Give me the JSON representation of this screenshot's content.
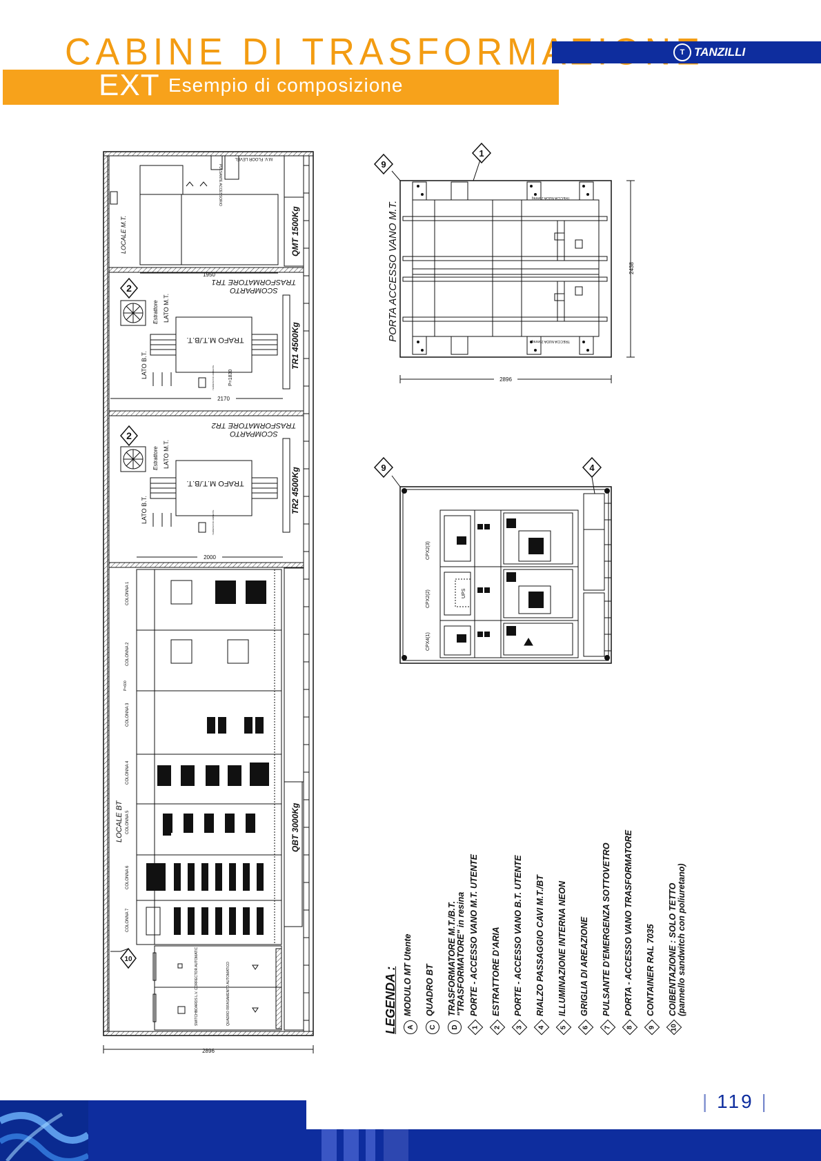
{
  "header": {
    "title": "CABINE DI TRASFORMAZIONE",
    "ext": "EXT",
    "subtitle": "Esempio di composizione",
    "brand": "TANZILLI"
  },
  "plan": {
    "floor_level": "M.V. FLOOR LEVEL",
    "pulsante": "PULSANTE ACCESSORIO",
    "locale_mt": "LOCALE M.T.",
    "qmt": "QMT 1500Kg",
    "dim_1950": "1950",
    "scomparto": "SCOMPARTO",
    "trasf_tr1": "TRASFORMATORE TR1",
    "trasf_tr2": "TRASFORMATORE TR2",
    "estrattore": "Estrattore",
    "lato_mt": "LATO M.T.",
    "lato_bt": "LATO B.T.",
    "trafo": "TRAFO M.T./B.T.",
    "p1830": "P=1830",
    "tr1": "TR1 4500Kg",
    "tr2": "TR2 4500Kg",
    "dim_2170": "2170",
    "dim_2000": "2000",
    "termostato": "TERMOSTATO AMBIENTE",
    "colonne": [
      "COLONNA 1",
      "COLONNA 2",
      "COLONNA 3",
      "COLONNA 4",
      "COLONNA 5",
      "COLONNA 6",
      "COLONNA 7"
    ],
    "p600": "P=600",
    "locale_bt": "LOCALE BT",
    "qbt": "QBT 3000Kg",
    "switchboards": "SWITCHBOARDS L.V. CORRECTOR AUTOMATIC",
    "quadro_rif": "QUADRO RIFASAMENTO AUTOMATICO",
    "dim_2896": "2896",
    "marker_2": "2",
    "marker_10": "10"
  },
  "top_view": {
    "porta": "PORTA ACCESSO VANO M.T.",
    "treccia": "TRECCIA NUDA 25mmq",
    "dim_2438": "2438",
    "dim_2896": "2896",
    "marker_9": "9",
    "marker_1": "1"
  },
  "front_view": {
    "marker_9": "9",
    "marker_4": "4",
    "labels": [
      "CPX2(3)",
      "CPX2(2)",
      "CPX4(1)"
    ],
    "ups": "UPS"
  },
  "legend": {
    "title": "LEGENDA :",
    "items": [
      {
        "sym": "A",
        "kind": "circle",
        "text": "MODULO MT Utente"
      },
      {
        "sym": "C",
        "kind": "circle",
        "text": "QUADRO BT"
      },
      {
        "sym": "D",
        "kind": "circle",
        "text": "TRASFORMATORE M.T./B.T.",
        "text2": "\"TRASFORMATORE\" in resina"
      },
      {
        "sym": "1",
        "kind": "dia",
        "text": "PORTE  - ACCESSO VANO M.T. UTENTE"
      },
      {
        "sym": "2",
        "kind": "dia",
        "text": "ESTRATTORE D'ARIA"
      },
      {
        "sym": "3",
        "kind": "dia",
        "text": "PORTE  - ACCESSO VANO B.T. UTENTE"
      },
      {
        "sym": "4",
        "kind": "dia",
        "text": "RIALZO PASSAGGIO CAVI M.T./BT"
      },
      {
        "sym": "5",
        "kind": "dia",
        "text": "ILLUMINAZIONE INTERNA  NEON"
      },
      {
        "sym": "6",
        "kind": "dia",
        "text": "GRIGLIA DI AREAZIONE"
      },
      {
        "sym": "7",
        "kind": "dia",
        "text": "PULSANTE D'EMERGENZA SOTTOVETRO"
      },
      {
        "sym": "8",
        "kind": "dia",
        "text": "PORTA  - ACCESSO VANO TRASFORMATORE"
      },
      {
        "sym": "9",
        "kind": "dia",
        "text": "CONTAINER RAL 7035"
      },
      {
        "sym": "10",
        "kind": "dia",
        "text": "COIBENTAZIONE : SOLO TETTO",
        "text2": "(pannello sandwitch con poliuretano)"
      }
    ]
  },
  "footer": {
    "page": "119"
  }
}
